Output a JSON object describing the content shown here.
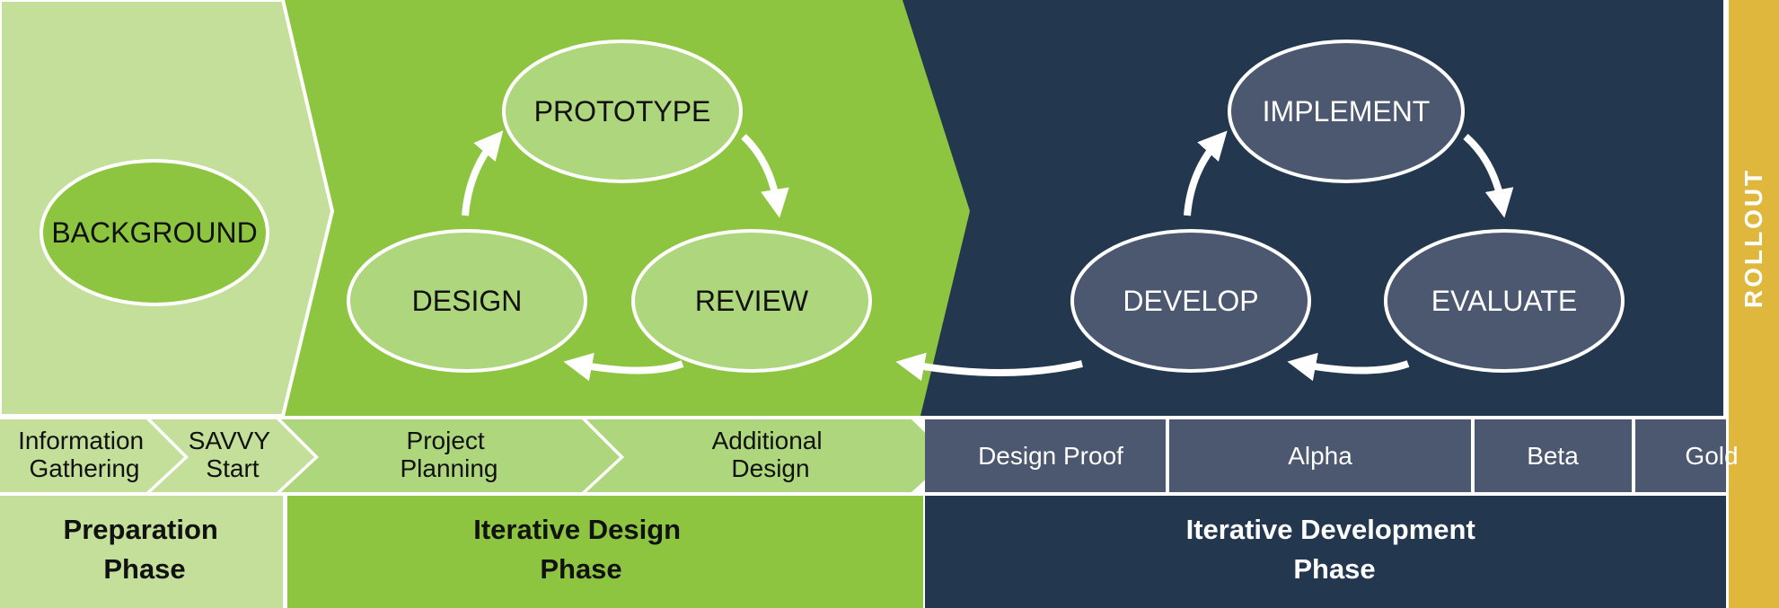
{
  "colors": {
    "light_green": "#c3df9a",
    "green": "#8dc540",
    "navy": "#23374f",
    "gold": "#dfb73d",
    "node_green": "#aed67c",
    "node_slate": "#4b586f",
    "bg_node": "#8dc540",
    "step_slate": "#4b586f",
    "arrow": "#ffffff",
    "text_dark": "#111111",
    "text_light": "#ffffff"
  },
  "preparation": {
    "node": "BACKGROUND",
    "steps": [
      {
        "lines": [
          "Information",
          "Gathering"
        ]
      },
      {
        "lines": [
          "SAVVY",
          "Start"
        ]
      }
    ],
    "phase_lines": [
      "Preparation",
      "Phase"
    ]
  },
  "iterative_design": {
    "nodes": {
      "top": "PROTOTYPE",
      "left": "DESIGN",
      "right": "REVIEW"
    },
    "steps": [
      {
        "lines": [
          "Project",
          "Planning"
        ]
      },
      {
        "lines": [
          "Additional",
          "Design"
        ]
      }
    ],
    "phase_lines": [
      "Iterative Design",
      "Phase"
    ]
  },
  "iterative_development": {
    "nodes": {
      "top": "IMPLEMENT",
      "left": "DEVELOP",
      "right": "EVALUATE"
    },
    "steps": [
      "Design Proof",
      "Alpha",
      "Beta",
      "Gold"
    ],
    "phase_lines": [
      "Iterative Development",
      "Phase"
    ]
  },
  "rollout": {
    "label": "ROLLOUT"
  }
}
